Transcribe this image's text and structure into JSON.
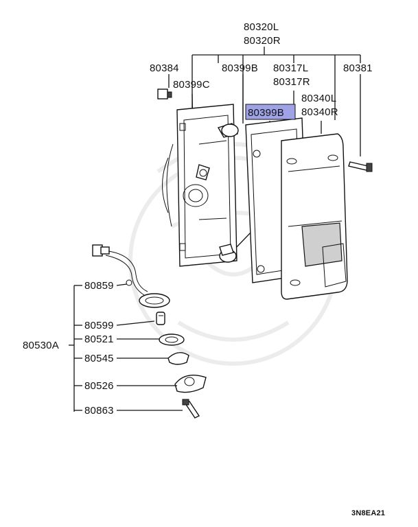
{
  "diagram": {
    "labels": {
      "p80320l": "80320L",
      "p80320r": "80320R",
      "p80384": "80384",
      "p80399b_top": "80399B",
      "p80317l": "80317L",
      "p80317r": "80317R",
      "p80381": "80381",
      "p80399c": "80399C",
      "p80399b_highlight": "80399B",
      "p80340l": "80340L",
      "p80340r": "80340R",
      "p80859": "80859",
      "p80599": "80599",
      "p80521": "80521",
      "p80530a": "80530A",
      "p80545": "80545",
      "p80526": "80526",
      "p80863": "80863"
    },
    "highlight_color": "#9fa3e6",
    "figure_code": "3N8EA21"
  }
}
